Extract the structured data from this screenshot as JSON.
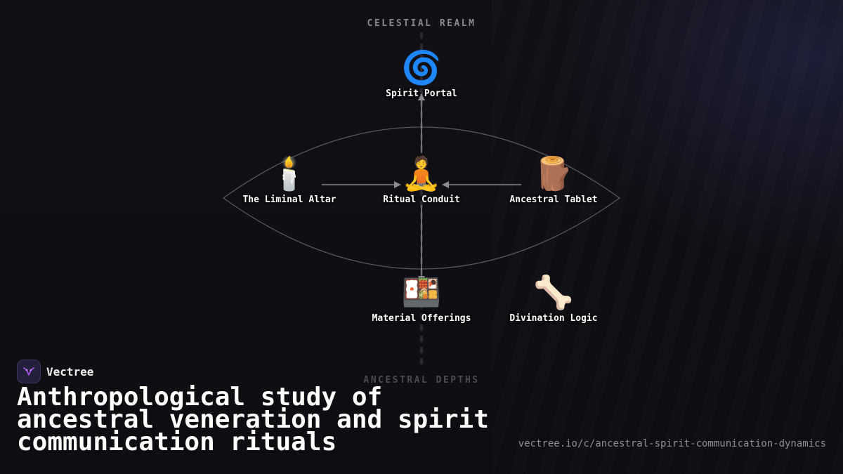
{
  "diagram": {
    "top_label": "CELESTIAL REALM",
    "bottom_label": "ANCESTRAL DEPTHS",
    "nodes": {
      "spirit_portal": {
        "emoji": "🌀",
        "label": "Spirit Portal"
      },
      "liminal_altar": {
        "emoji": "🕯️",
        "label": "The Liminal Altar"
      },
      "ritual_conduit": {
        "emoji": "🧘",
        "label": "Ritual Conduit"
      },
      "ancestral_tablet": {
        "emoji": "🪵",
        "label": "Ancestral Tablet"
      },
      "material_offerings": {
        "emoji": "🍱",
        "label": "Material Offerings"
      },
      "divination_logic": {
        "emoji": "🦴",
        "label": "Divination Logic"
      }
    },
    "edges": [
      {
        "from": "liminal_altar",
        "to": "ritual_conduit"
      },
      {
        "from": "ancestral_tablet",
        "to": "ritual_conduit"
      },
      {
        "from": "ritual_conduit",
        "to": "spirit_portal"
      },
      {
        "from": "ritual_conduit",
        "to": "material_offerings"
      }
    ],
    "colors": {
      "edge": "#8a8a90",
      "orbit": "#56565c",
      "axis": "#2a2a30"
    }
  },
  "brand": {
    "name": "Vectree",
    "logo_color": "#a04fe0"
  },
  "headline": "Anthropological study of ancestral veneration and spirit communication rituals",
  "url": "vectree.io/c/ancestral-spirit-communication-dynamics"
}
